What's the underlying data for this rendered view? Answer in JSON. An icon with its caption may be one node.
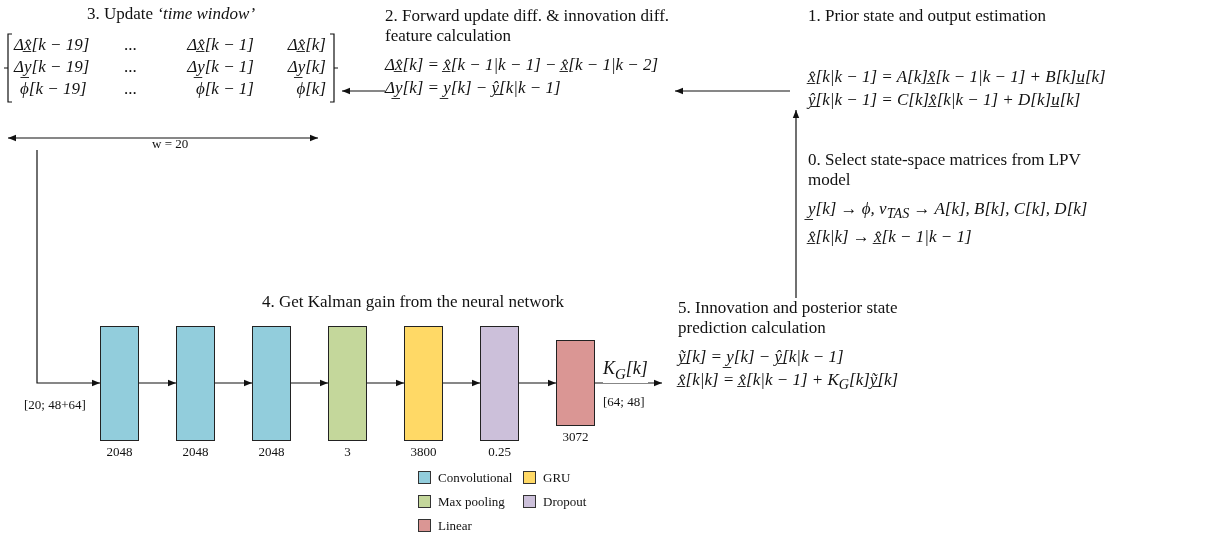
{
  "diagram": {
    "nodes": [
      {
        "text": [
          "3. Update *‘time window’*",
          "Δx̲̂[k − 19]",
          "...",
          "Δx̲̂[k − 1]",
          "Δx̲̂[k]",
          "Δy̲[k − 19]",
          "...",
          "Δy̲[k − 1]",
          "Δy̲[k]",
          "ϕ[k − 19]",
          "...",
          "ϕ[k − 1]",
          "ϕ[k]"
        ]
      },
      {
        "text": [
          "2. Forward update diff. & innovation diff. feature calculation",
          "Δx̲̂[k] = x̲̂[k − 1|k − 1] − x̲̂[k − 1|k − 2]",
          "Δy̲[k] = y̲[k] − ŷ̲[k|k − 1]"
        ]
      },
      {
        "text": [
          "1. Prior state and output estimation",
          "x̲̂[k|k − 1] = A[k]x̲̂[k − 1|k − 1] + B[k]u̲[k]",
          "ŷ̲[k|k − 1] = C[k]x̲̂[k|k − 1] + D[k]u̲[k]"
        ]
      },
      {
        "text": [
          "0. Select state-space matrices from LPV model",
          "y̲[k] → ϕ, v$_{TAS}$ → A[k], B[k], C[k], D[k]",
          "x̲̂[k|k] → x̲̂[k − 1|k − 1]"
        ]
      },
      {
        "text": [],
        "shape": "box",
        "beside": [
          "2048"
        ]
      },
      {
        "text": [],
        "shape": "box",
        "beside": [
          "2048"
        ]
      },
      {
        "text": [],
        "shape": "box",
        "beside": [
          "2048"
        ]
      },
      {
        "text": [],
        "shape": "box",
        "beside": [
          "3"
        ]
      },
      {
        "text": [],
        "shape": "box",
        "beside": [
          "3800"
        ]
      },
      {
        "text": [],
        "shape": "box",
        "beside": [
          "0.25"
        ]
      },
      {
        "text": [],
        "shape": "box",
        "beside": [
          "3072"
        ]
      },
      {
        "text": [
          "5. Innovation and posterior state prediction calculation",
          "ỹ̲[k] = y̲[k] − ŷ̲[k|k − 1]",
          "x̲̂[k|k] = x̲̂[k|k − 1] + K$_{G}$[k]ỹ̲[k]"
        ]
      }
    ],
    "edges": [
      {
        "from": 1,
        "to": 0,
        "arrow": "to"
      },
      {
        "from": 2,
        "to": 1,
        "arrow": "to"
      },
      {
        "from": 11,
        "to": 2,
        "arrow": "to"
      },
      {
        "from": 0,
        "to": 4,
        "arrow": "to"
      },
      {
        "from": 4,
        "to": 5,
        "arrow": "to"
      },
      {
        "from": 5,
        "to": 6,
        "arrow": "to"
      },
      {
        "from": 6,
        "to": 7,
        "arrow": "to"
      },
      {
        "from": 7,
        "to": 8,
        "arrow": "to"
      },
      {
        "from": 8,
        "to": 9,
        "arrow": "to"
      },
      {
        "from": 9,
        "to": 10,
        "arrow": "to"
      },
      {
        "from": 10,
        "to": 11,
        "arrow": "to",
        "label": "K$_{G}$[k]"
      }
    ],
    "labels": [
      "w = 20",
      "4. Get Kalman gain from the neural network",
      "[20; 48+64]",
      "[64; 48]"
    ],
    "legend": [
      {
        "text": "Convolutional",
        "color": "#92cddc"
      },
      {
        "text": "GRU",
        "color": "#ffd966"
      },
      {
        "text": "Max pooling",
        "color": "#c4d79b"
      },
      {
        "text": "Dropout",
        "color": "#ccc0da"
      },
      {
        "text": "Linear",
        "color": "#da9694"
      }
    ]
  }
}
